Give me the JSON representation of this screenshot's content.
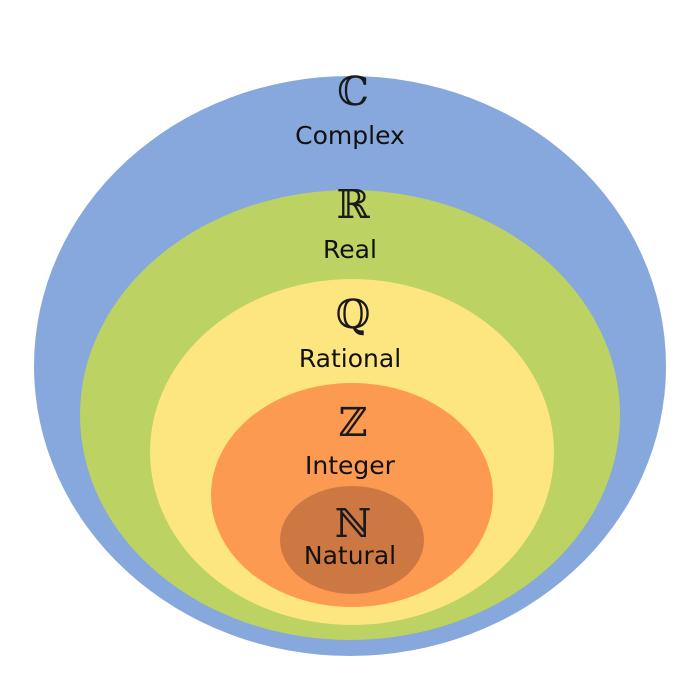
{
  "sets": [
    {
      "id": "complex",
      "symbol": "ℂ",
      "label": "Complex",
      "color": "#86a8dc"
    },
    {
      "id": "real",
      "symbol": "ℝ",
      "label": "Real",
      "color": "#bcd262"
    },
    {
      "id": "rational",
      "symbol": "ℚ",
      "label": "Rational",
      "color": "#fde580"
    },
    {
      "id": "integer",
      "symbol": "ℤ",
      "label": "Integer",
      "color": "#fd9a51"
    },
    {
      "id": "natural",
      "symbol": "ℕ",
      "label": "Natural",
      "color": "#cd7843"
    }
  ]
}
